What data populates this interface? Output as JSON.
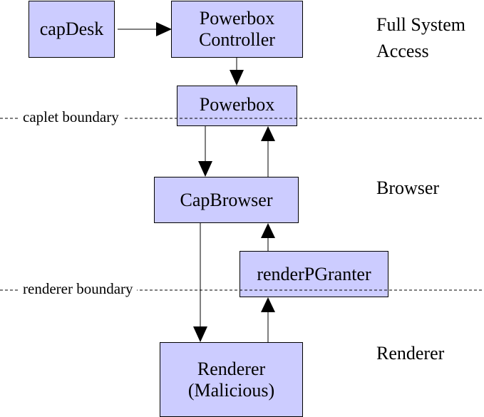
{
  "diagram": {
    "colors": {
      "box_fill": "#ccccff",
      "stroke": "#000000",
      "background": "#ffffff"
    },
    "boxes": {
      "capdesk": {
        "lines": [
          "capDesk"
        ]
      },
      "powerbox_controller": {
        "lines": [
          "Powerbox",
          "Controller"
        ]
      },
      "powerbox": {
        "lines": [
          "Powerbox"
        ]
      },
      "capbrowser": {
        "lines": [
          "CapBrowser"
        ]
      },
      "renderpgranter": {
        "lines": [
          "renderPGranter"
        ]
      },
      "renderer": {
        "lines": [
          "Renderer",
          "(Malicious)"
        ]
      }
    },
    "zones": {
      "full_system": [
        "Full System",
        "Access"
      ],
      "browser": [
        "Browser"
      ],
      "renderer": [
        "Renderer"
      ]
    },
    "boundaries": {
      "caplet": "caplet boundary",
      "renderer": "renderer boundary"
    },
    "edges": [
      {
        "from": "capDesk",
        "to": "Powerbox Controller"
      },
      {
        "from": "Powerbox Controller",
        "to": "Powerbox"
      },
      {
        "from": "Powerbox",
        "to": "CapBrowser"
      },
      {
        "from": "CapBrowser",
        "to": "Powerbox"
      },
      {
        "from": "CapBrowser",
        "to": "Renderer (Malicious)"
      },
      {
        "from": "renderPGranter",
        "to": "CapBrowser"
      },
      {
        "from": "Renderer (Malicious)",
        "to": "renderPGranter"
      }
    ]
  }
}
